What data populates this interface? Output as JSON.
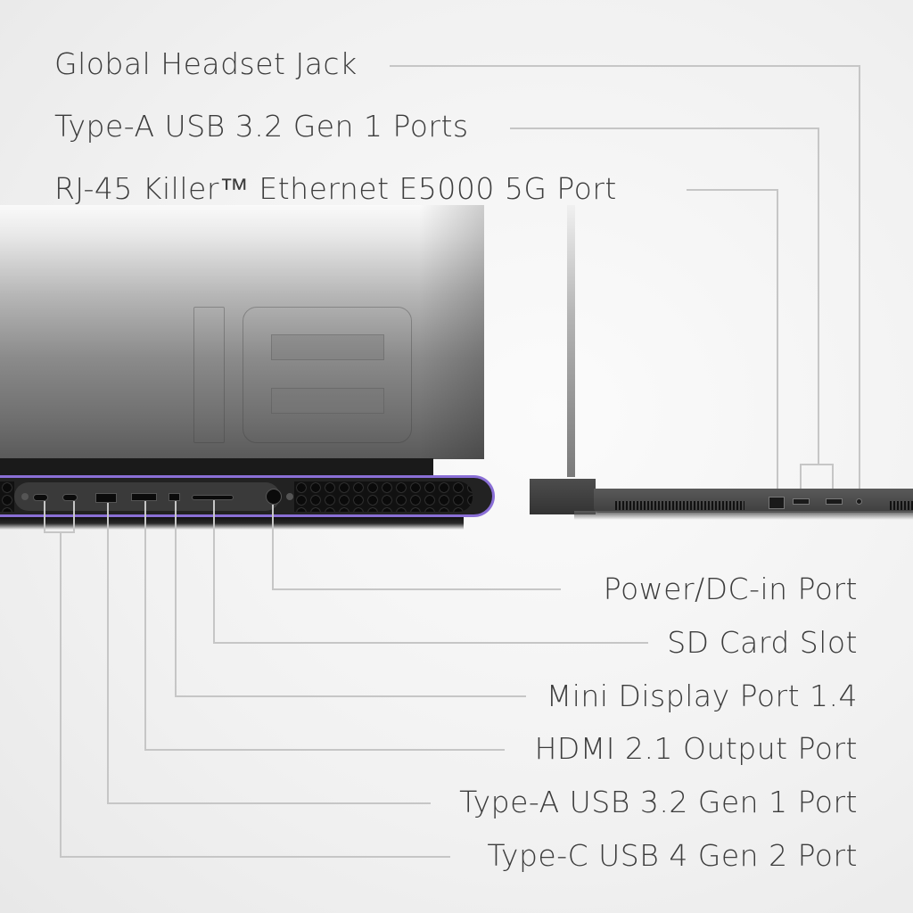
{
  "callouts_top": [
    {
      "label": "Global Headset Jack"
    },
    {
      "label": "Type-A USB 3.2 Gen 1 Ports"
    },
    {
      "label": "RJ-45 Killer™ Ethernet E5000 5G Port"
    }
  ],
  "callouts_bottom": [
    {
      "label": "Power/DC-in Port"
    },
    {
      "label": "SD Card Slot"
    },
    {
      "label": "Mini Display Port 1.4"
    },
    {
      "label": "HDMI 2.1 Output Port"
    },
    {
      "label": "Type-A USB 3.2 Gen 1 Port"
    },
    {
      "label": "Type-C USB 4 Gen 2 Port"
    }
  ],
  "product": {
    "lid_logo": "18",
    "accent_color": "#8a6fd6"
  }
}
